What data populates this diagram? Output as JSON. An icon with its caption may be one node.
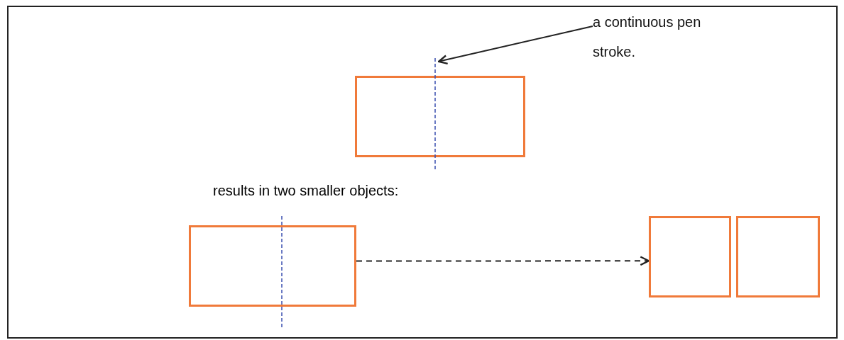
{
  "diagram": {
    "nodes": [
      {
        "text": [
          "a continuous pen stroke."
        ]
      },
      {
        "text": [],
        "shape": "box"
      },
      {
        "text": [],
        "shape": "line"
      },
      {
        "text": [],
        "shape": "box"
      },
      {
        "text": [],
        "shape": "box"
      },
      {
        "text": [],
        "shape": "box"
      }
    ],
    "edges": [
      {
        "from": 0,
        "to": 2,
        "arrow": "to"
      },
      {
        "from": 3,
        "to": 4,
        "arrow": "to",
        "style": "dashed"
      }
    ],
    "labels": [
      "results in two smaller objects:"
    ]
  }
}
